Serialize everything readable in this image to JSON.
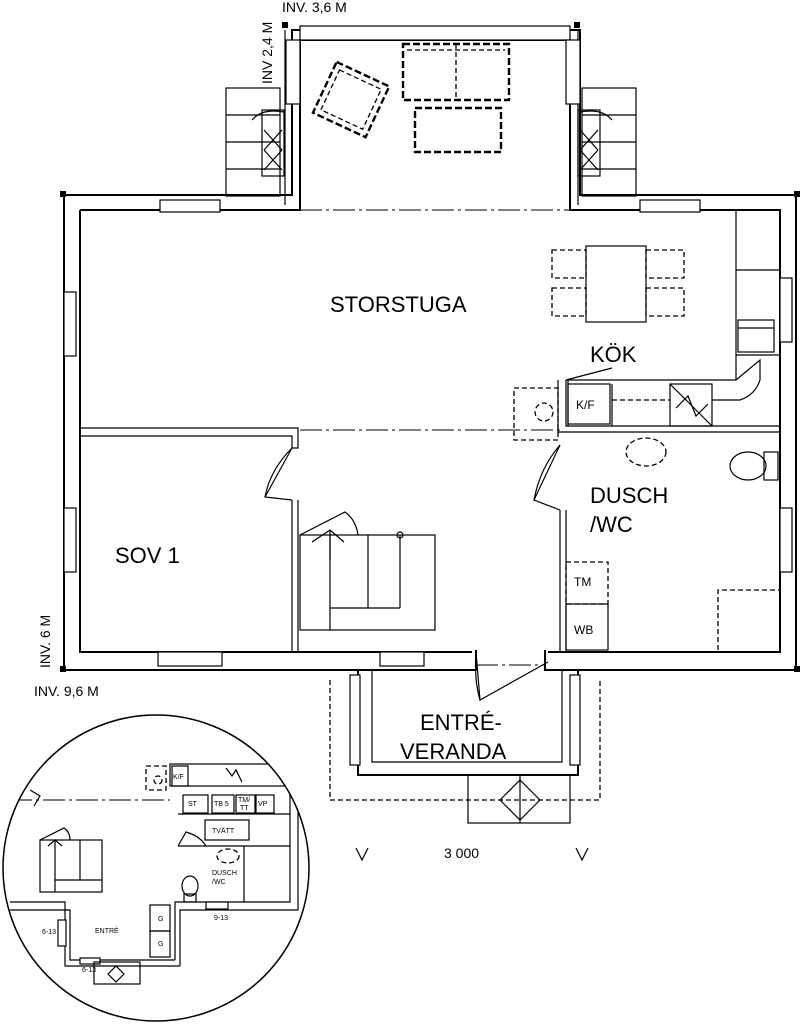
{
  "annotations": {
    "inv_top": "INV. 3,6 M",
    "inv_side_top": "INV 2,4 M",
    "inv_side_bottom": "INV. 6 M",
    "inv_bottom": "INV. 9,6  M",
    "dimension": "3 000"
  },
  "rooms": {
    "living": "STORSTUGA",
    "kitchen": "KÖK",
    "bath_line1": "DUSCH",
    "bath_line2": "/WC",
    "bedroom": "SOV 1",
    "veranda_line1": "ENTRÉ-",
    "veranda_line2": "VERANDA"
  },
  "fixtures": {
    "fridge": "K/F",
    "dryer": "TM",
    "washer": "WB"
  },
  "inset": {
    "fridge": "K/F",
    "st": "ST",
    "tb": "TB 5",
    "tm_line1": "TM/",
    "tm_line2": "TT",
    "vp": "VP",
    "laundry": "TVÄTT",
    "bath_line1": "DUSCH",
    "bath_line2": "/WC",
    "entry": "ENTRÉ",
    "g1": "G",
    "g2": "G",
    "win_left": "6-13",
    "win_right": "9-13",
    "win_bottom": "6-13"
  }
}
